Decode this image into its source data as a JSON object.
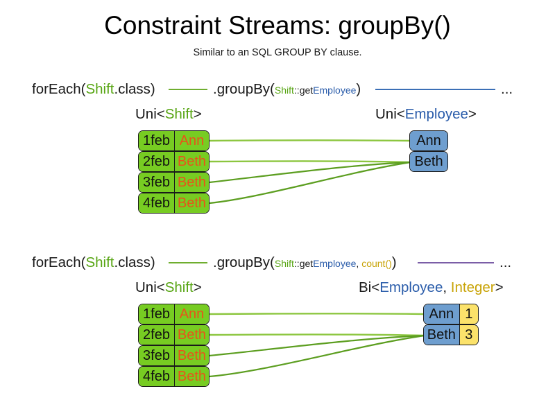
{
  "header": {
    "title": "Constraint Streams: groupBy()",
    "subtitle": "Similar to an SQL GROUP BY clause."
  },
  "colors": {
    "green": "#57a513",
    "blue": "#2a5caa",
    "gold": "#c8a306",
    "dark": "#1a1a1a",
    "line_green": "#6fae2f",
    "line_blue": "#3b6fb6",
    "line_purple": "#7b5ea7",
    "node_green": "#77cc22",
    "node_blue": "#6e9ecf",
    "node_gold": "#fbe26b",
    "text_orange": "#e8531a"
  },
  "sections": [
    {
      "id": "groupby-plain",
      "code": {
        "foreach_open": "forEach(",
        "foreach_type": "Shift",
        "foreach_close": ".class)",
        "groupby_open": ".groupBy(",
        "groupby_arg_type": "Shift",
        "groupby_arg_sep": "::",
        "groupby_arg_method_prefix": "get",
        "groupby_arg_method_suffix": "Employee",
        "groupby_close": ")",
        "ellipsis": "..."
      },
      "left_label": {
        "prefix": "Uni<",
        "type": "Shift",
        "suffix": ">"
      },
      "right_label": {
        "prefix": "Uni<",
        "type": "Employee",
        "suffix": ">"
      },
      "left_nodes": [
        {
          "date": "1feb",
          "name": "Ann"
        },
        {
          "date": "2feb",
          "name": "Beth"
        },
        {
          "date": "3feb",
          "name": "Beth"
        },
        {
          "date": "4feb",
          "name": "Beth"
        }
      ],
      "right_nodes": [
        {
          "name": "Ann"
        },
        {
          "name": "Beth"
        }
      ],
      "links": [
        {
          "from": 0,
          "to": 0
        },
        {
          "from": 1,
          "to": 1
        },
        {
          "from": 2,
          "to": 1
        },
        {
          "from": 3,
          "to": 1
        }
      ]
    },
    {
      "id": "groupby-count",
      "code": {
        "foreach_open": "forEach(",
        "foreach_type": "Shift",
        "foreach_close": ".class)",
        "groupby_open": ".groupBy(",
        "groupby_arg_type": "Shift",
        "groupby_arg_sep": "::",
        "groupby_arg_method_prefix": "get",
        "groupby_arg_method_suffix": "Employee",
        "groupby_arg_comma": ", ",
        "groupby_arg_collector": "count()",
        "groupby_close": ")",
        "ellipsis": "..."
      },
      "left_label": {
        "prefix": "Uni<",
        "type": "Shift",
        "suffix": ">"
      },
      "right_label": {
        "prefix": "Bi<",
        "type": "Employee",
        "middle": ", ",
        "type2": "Integer",
        "suffix": ">"
      },
      "left_nodes": [
        {
          "date": "1feb",
          "name": "Ann"
        },
        {
          "date": "2feb",
          "name": "Beth"
        },
        {
          "date": "3feb",
          "name": "Beth"
        },
        {
          "date": "4feb",
          "name": "Beth"
        }
      ],
      "right_nodes": [
        {
          "name": "Ann",
          "count": "1"
        },
        {
          "name": "Beth",
          "count": "3"
        }
      ],
      "links": [
        {
          "from": 0,
          "to": 0
        },
        {
          "from": 1,
          "to": 1
        },
        {
          "from": 2,
          "to": 1
        },
        {
          "from": 3,
          "to": 1
        }
      ]
    }
  ]
}
